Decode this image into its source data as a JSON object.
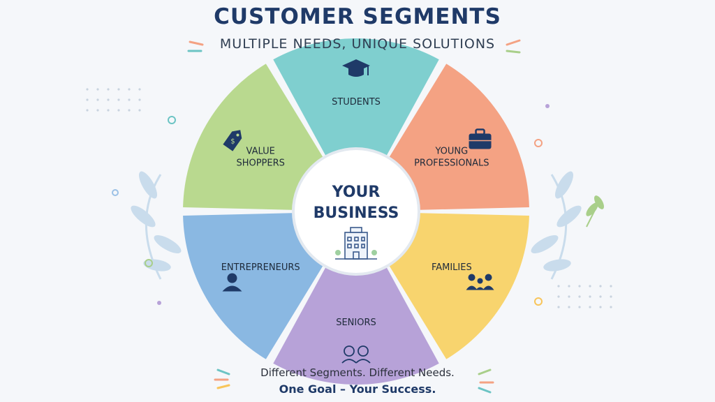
{
  "title": "CUSTOMER SEGMENTS",
  "subtitle": "MULTIPLE NEEDS, UNIQUE SOLUTIONS",
  "center": {
    "line1": "YOUR",
    "line2": "BUSINESS"
  },
  "segments": [
    {
      "label_lines": [
        "STUDENTS"
      ],
      "color": "#7fcfcf",
      "icon": "graduation-cap-icon"
    },
    {
      "label_lines": [
        "YOUNG",
        "PROFESSIONALS"
      ],
      "color": "#f4a283",
      "icon": "briefcase-icon"
    },
    {
      "label_lines": [
        "FAMILIES"
      ],
      "color": "#f8d46e",
      "icon": "family-icon"
    },
    {
      "label_lines": [
        "SENIORS"
      ],
      "color": "#b7a2d8",
      "icon": "seniors-icon"
    },
    {
      "label_lines": [
        "ENTREPRENEURS"
      ],
      "color": "#8ab8e2",
      "icon": "person-icon"
    },
    {
      "label_lines": [
        "VALUE",
        "SHOPPERS"
      ],
      "color": "#b9d98f",
      "icon": "price-tag-icon"
    }
  ],
  "footer": {
    "line1": "Different Segments. Different Needs.",
    "line2": "One Goal – Your Success."
  }
}
